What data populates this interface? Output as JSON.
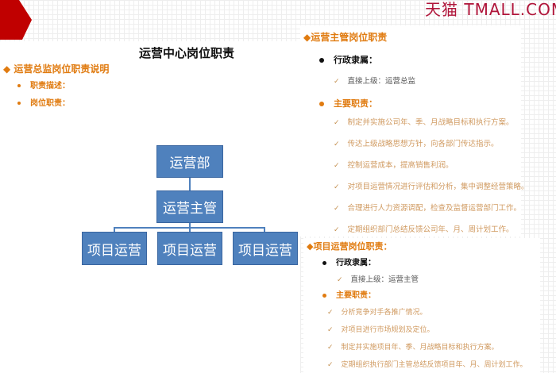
{
  "logo": "天猫 TMALL.COM",
  "left": {
    "title": "运营中心岗位职责",
    "heading": "运营总监岗位职责说明",
    "bullets": [
      "职责描述：",
      "岗位职责："
    ]
  },
  "org": {
    "top": "运营部",
    "mid": "运营主管",
    "bottom": [
      "项目运营",
      "项目运营",
      "项目运营"
    ],
    "color": "#4f81bd"
  },
  "supervisor": {
    "heading": "运营主管岗位职责",
    "admin_label": "行政隶属：",
    "admin_items": [
      "直接上级：运营总监"
    ],
    "duties_label": "主要职责：",
    "duties": [
      "制定并实施公司年、季、月战略目标和执行方案。",
      "传达上级战略思想方针，向各部门传达指示。",
      "控制运营成本，提高销售利润。",
      "对项目运营情况进行评估和分析，集中调整经营策略。",
      "合理进行人力资源调配，检查及监督运营部门工作。",
      "定期组织部门总结反馈公司年、月、周计划工作。"
    ]
  },
  "project": {
    "heading": "项目运营岗位职责：",
    "admin_label": "行政隶属：",
    "admin_items": [
      "直接上级：运营主管"
    ],
    "duties_label": "主要职责：",
    "duties": [
      "分析竞争对手各推广情况。",
      "对项目进行市场规划及定位。",
      "制定并实施项目年、季、月战略目标和执行方案。",
      "定期组织执行部门主管总结反馈项目年、月、周计划工作。"
    ]
  },
  "colors": {
    "accent": "#e07b10",
    "brand": "#c00000"
  }
}
